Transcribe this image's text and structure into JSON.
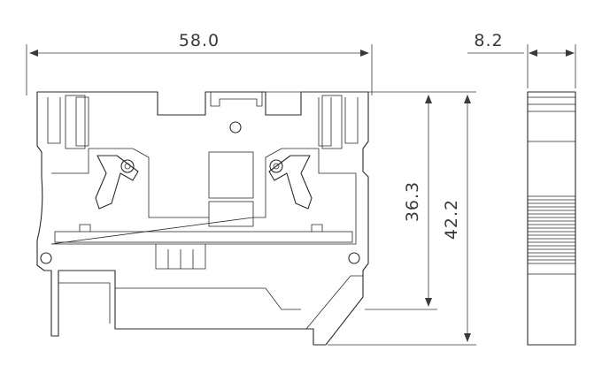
{
  "dimensions": {
    "width": "58.0",
    "depth": "8.2",
    "height_inner": "36.3",
    "height_total": "42.2"
  },
  "colors": {
    "line": "#2a2a2a",
    "background": "#ffffff"
  }
}
